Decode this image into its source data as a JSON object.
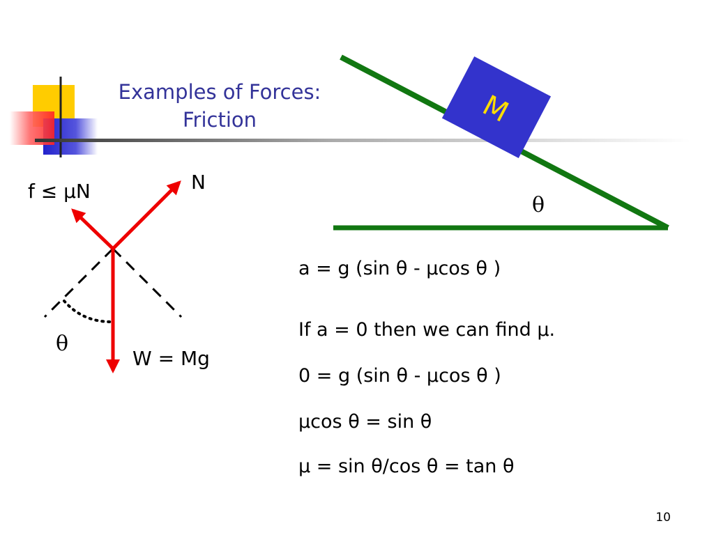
{
  "slide": {
    "title_line1": "Examples of Forces:",
    "title_line2": "Friction",
    "page_number": "10"
  },
  "incline": {
    "block_label": "M",
    "angle_label": "θ",
    "colors": {
      "incline": "#117711",
      "block": "#3333cc",
      "block_label": "#ffdd00"
    }
  },
  "force_diagram": {
    "friction_label": "f ≤ μN",
    "normal_label": "N",
    "weight_label": "W = Mg",
    "angle_label": "θ",
    "colors": {
      "arrows": "#ee0000"
    }
  },
  "equations": [
    "a = g (sin θ - μcos θ )",
    "If a = 0  then we can find μ.",
    "0 = g (sin θ - μcos θ )",
    "μcos θ = sin θ",
    "μ = sin θ/cos θ = tan θ"
  ]
}
